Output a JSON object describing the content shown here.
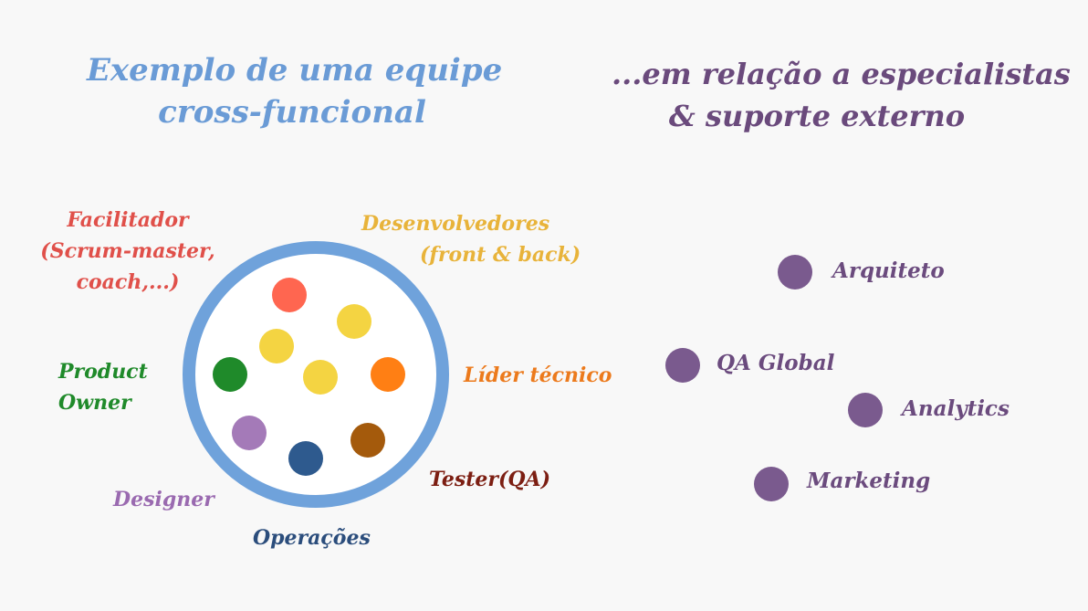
{
  "left_title": {
    "line1": "Exemplo de uma equipe",
    "line2": "cross-funcional"
  },
  "right_title": {
    "line1": "...em relação a especialistas",
    "line2": "& suporte externo"
  },
  "roles": {
    "facilitador": {
      "lines": [
        "Facilitador",
        "(Scrum-master,",
        "coach,...)"
      ],
      "color": "#e0504a"
    },
    "desenvolvedores": {
      "lines": [
        "Desenvolvedores",
        "(front & back)"
      ],
      "color": "#e8b33a"
    },
    "product_owner": {
      "lines": [
        "Product",
        "Owner"
      ],
      "color": "#1f8a2a"
    },
    "lider_tecnico": {
      "text": "Líder técnico",
      "color": "#ec7a1c"
    },
    "tester": {
      "text": "Tester(QA)",
      "color": "#7c1e12"
    },
    "designer": {
      "text": "Designer",
      "color": "#9a6ab0"
    },
    "operacoes": {
      "text": "Operações",
      "color": "#2b4d7c"
    }
  },
  "dot_colors": {
    "red": "#ff6650",
    "yellow": "#f4d442",
    "green": "#1f8a2a",
    "orange": "#ff7f14",
    "purple": "#a47ab8",
    "navy": "#2e5a8e",
    "brown": "#a45a0c"
  },
  "specialists": [
    {
      "label": "Arquiteto",
      "color": "#7a5a8e"
    },
    {
      "label": "QA Global",
      "color": "#7a5a8e"
    },
    {
      "label": "Analytics",
      "color": "#7a5a8e"
    },
    {
      "label": "Marketing",
      "color": "#7a5a8e"
    }
  ]
}
